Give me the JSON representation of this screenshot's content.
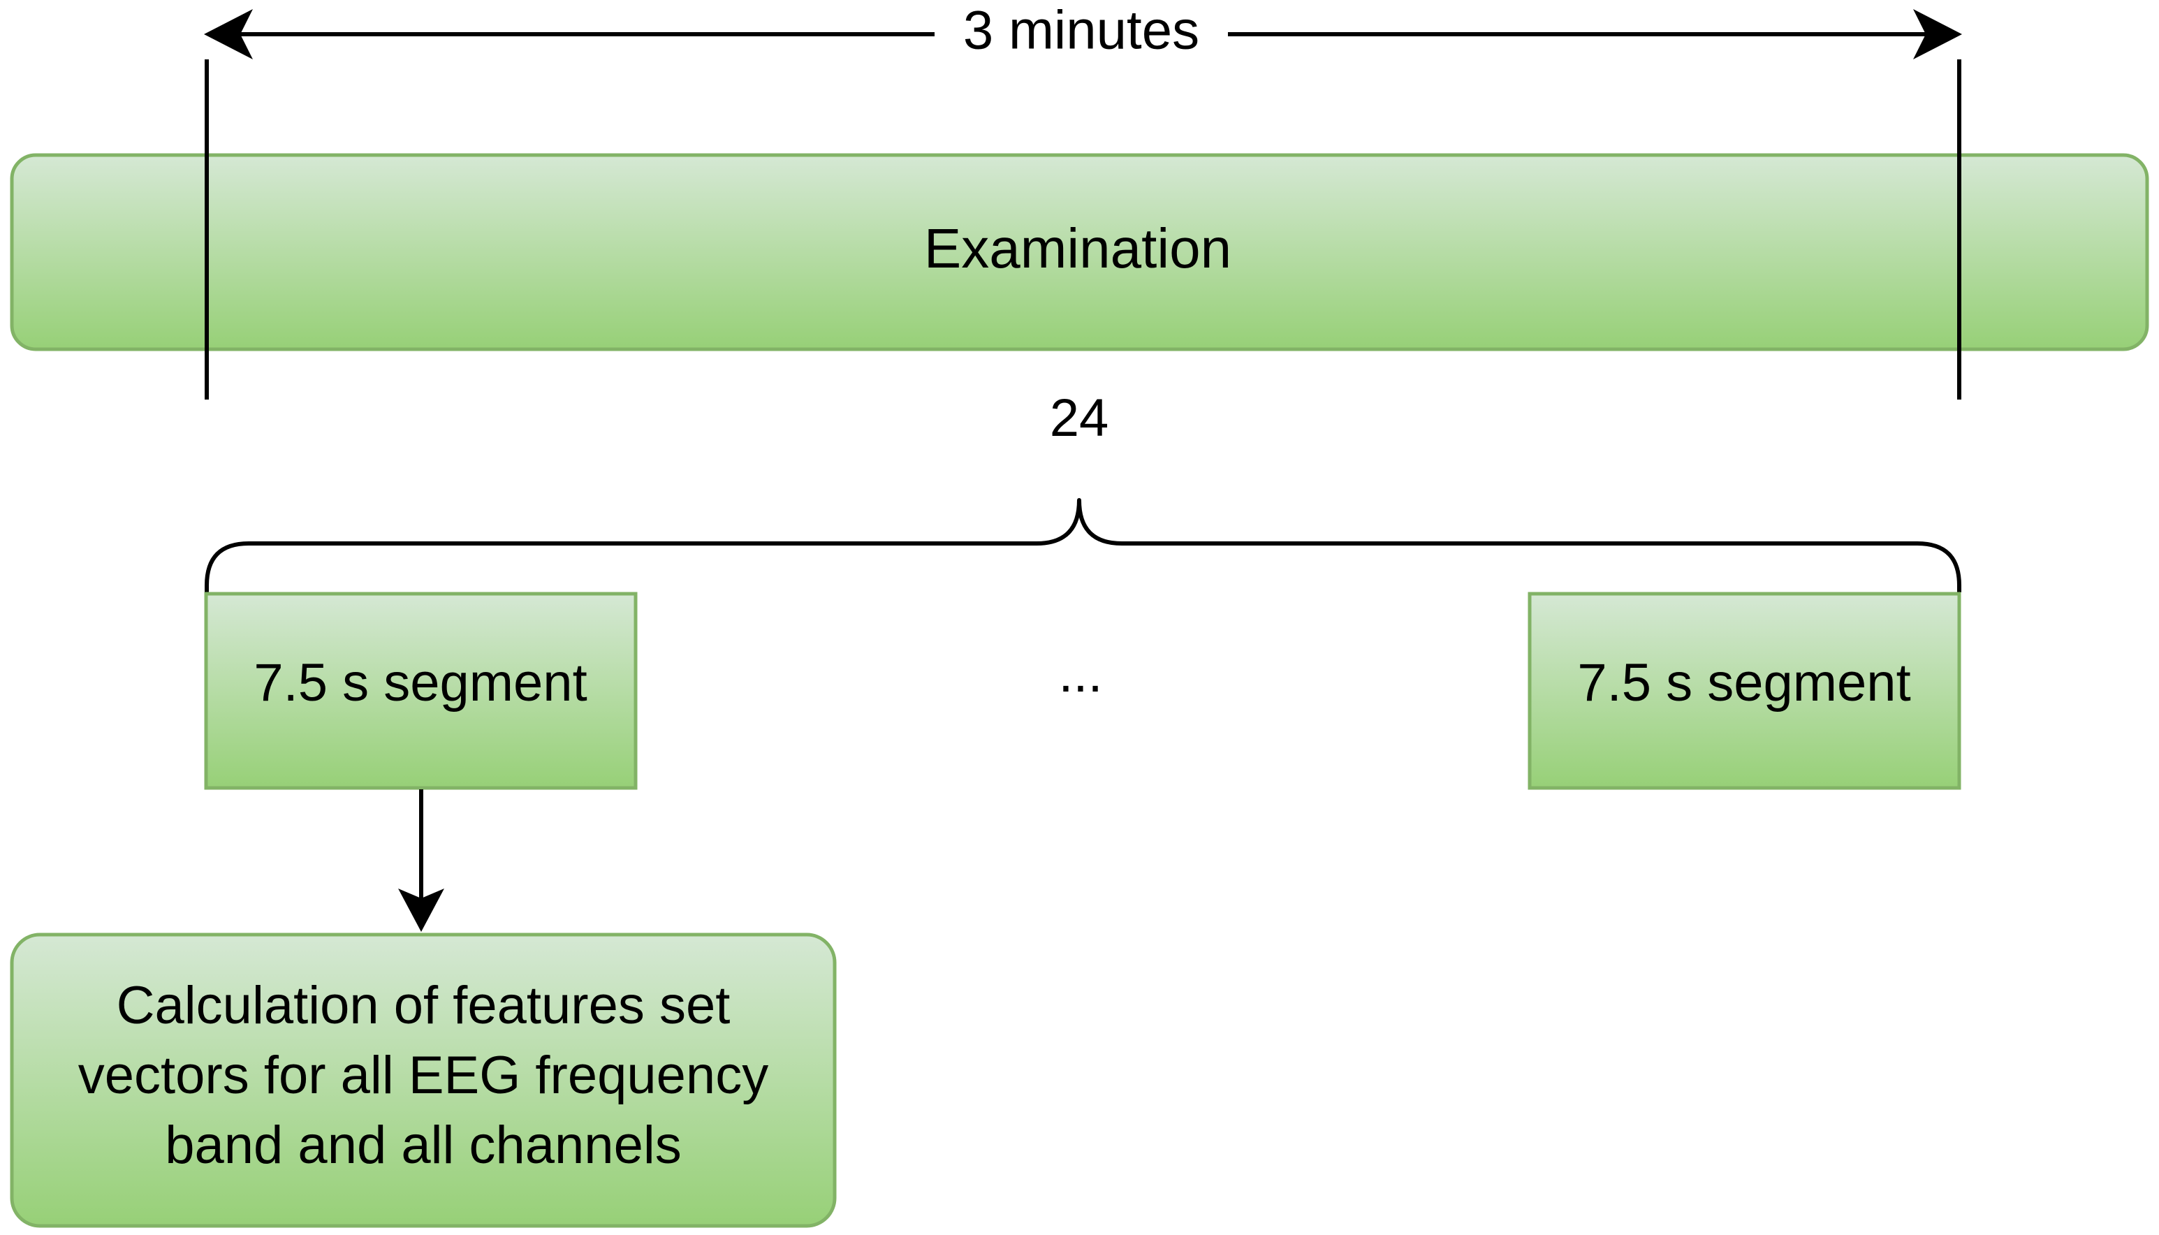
{
  "duration_label": "3 minutes",
  "examination_label": "Examination",
  "segment_count": "24",
  "segments": {
    "first_label": "7.5 s segment",
    "last_label": "7.5 s segment",
    "ellipsis": "..."
  },
  "calculation": {
    "lines": [
      "Calculation of features set",
      "vectors for all EEG frequency",
      "band and all channels"
    ]
  },
  "colors": {
    "box_fill_top": "#d5e8d4",
    "box_fill_bottom": "#97d077",
    "box_stroke": "#82b366",
    "line": "#000000"
  }
}
